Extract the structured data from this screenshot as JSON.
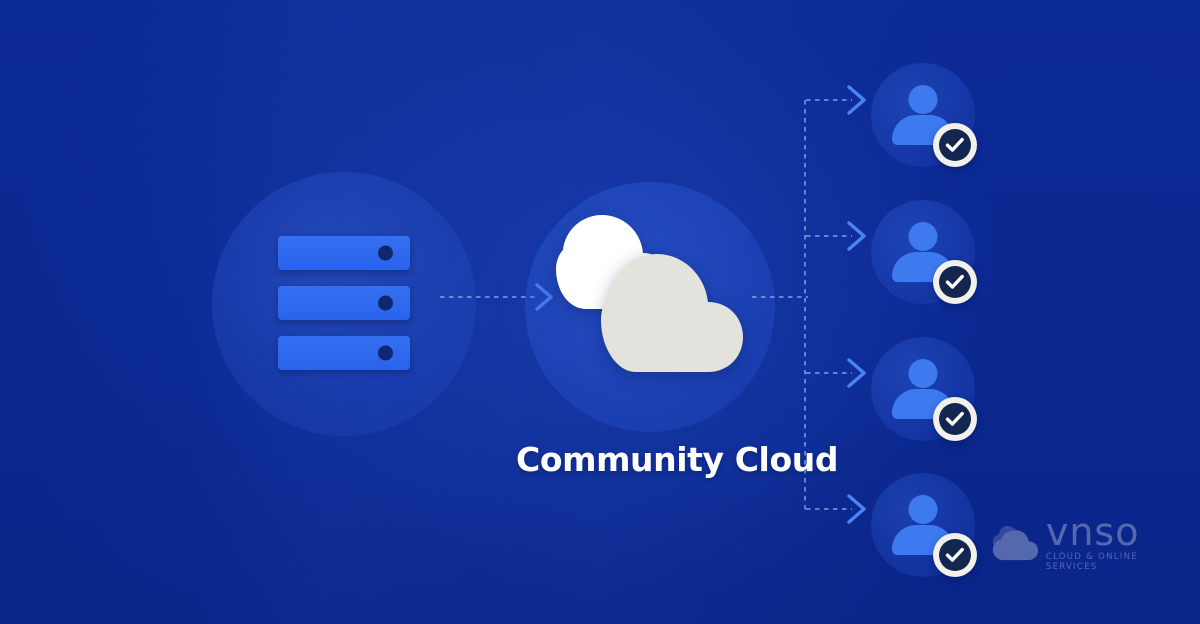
{
  "graphic": {
    "title": "Community Cloud",
    "background_color": "#0c2a93",
    "accent_color": "#3d79ef",
    "cloud_front_color": "#e4e2dd",
    "cloud_back_color": "#ffffff",
    "badge_color": "#f2f0eb",
    "badge_inner_color": "#12264f"
  },
  "nodes": {
    "server": {
      "icon": "server-icon",
      "label": "",
      "bar_count": 3
    },
    "cloud": {
      "icon": "cloud-icon",
      "label": "Community Cloud"
    },
    "users": [
      {
        "icon": "user-verified-icon",
        "label": ""
      },
      {
        "icon": "user-verified-icon",
        "label": ""
      },
      {
        "icon": "user-verified-icon",
        "label": ""
      },
      {
        "icon": "user-verified-icon",
        "label": ""
      }
    ]
  },
  "connectors": {
    "server_to_cloud": {
      "icon": "chevron-right-icon",
      "style": "dotted"
    },
    "cloud_to_bus": {
      "icon": "dotted-line",
      "style": "dotted"
    },
    "bus_to_users": {
      "icon": "chevron-right-icon",
      "style": "dotted",
      "count": 4
    }
  },
  "watermark": {
    "name": "vnso",
    "tagline": "CLOUD & ONLINE SERVICES",
    "icon": "cloud-logo-icon"
  }
}
